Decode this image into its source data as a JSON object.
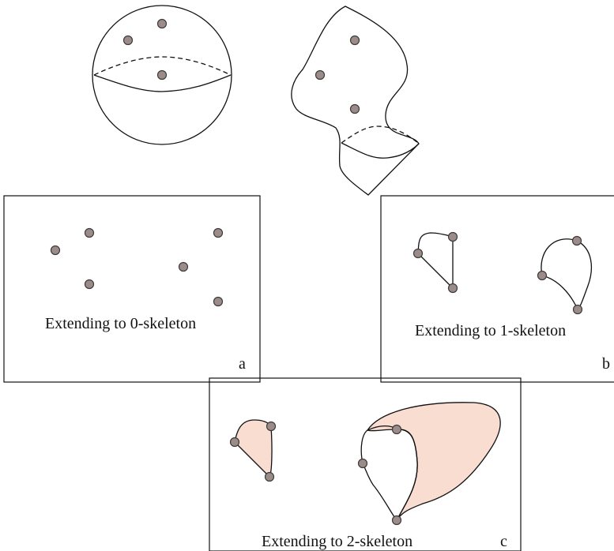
{
  "colors": {
    "point_fill": "#9c8c89",
    "point_stroke": "#3b3b3b",
    "line": "#111111",
    "shade": "#f9ddd1"
  },
  "panels": {
    "a": {
      "caption": "Extending to 0-skeleton",
      "letter": "a"
    },
    "b": {
      "caption": "Extending to 1-skeleton",
      "letter": "b"
    },
    "c": {
      "caption": "Extending to 2-skeleton",
      "letter": "c"
    }
  }
}
